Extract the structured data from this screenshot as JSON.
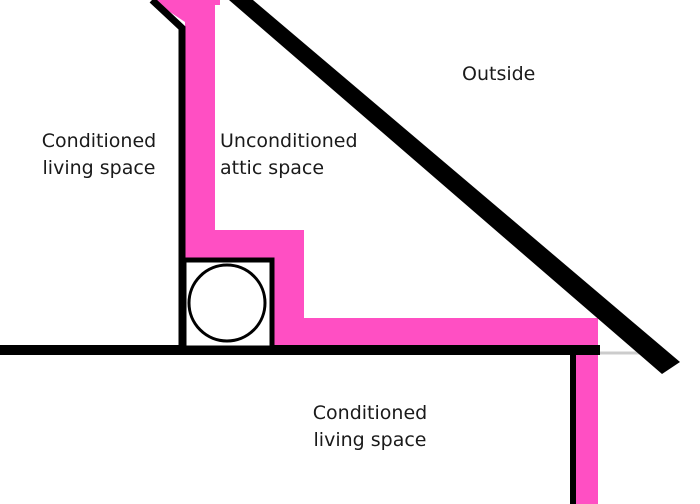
{
  "labels": {
    "conditioned_upper": [
      "Conditioned",
      "living space"
    ],
    "unconditioned_attic": [
      "Unconditioned",
      "attic space"
    ],
    "outside": "Outside",
    "conditioned_lower": [
      "Conditioned",
      "living space"
    ]
  },
  "colors": {
    "insulation": "#ff4fc3",
    "structure": "#000000",
    "duct_fill": "#ffffff",
    "background": "#ffffff",
    "ceiling_edge": "#cccccc"
  }
}
